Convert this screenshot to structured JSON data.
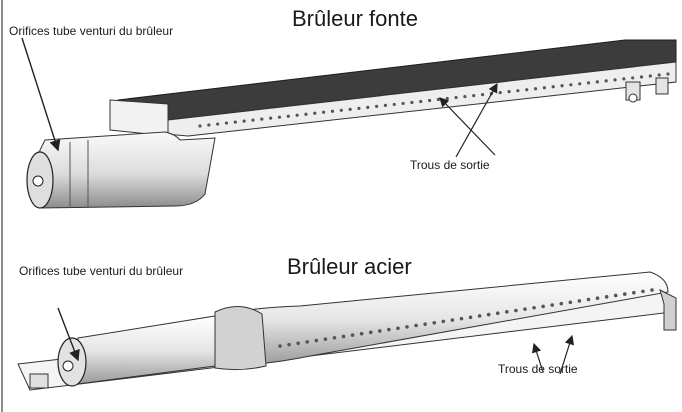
{
  "panels": [
    {
      "title": "Brûleur fonte",
      "inlet_label": "Orifices tube venturi du brûleur",
      "outlet_label": "Trous de sortie"
    },
    {
      "title": "Brûleur acier",
      "inlet_label": "Orifices tube venturi du brûleur",
      "outlet_label": "Trous de sortie"
    }
  ]
}
